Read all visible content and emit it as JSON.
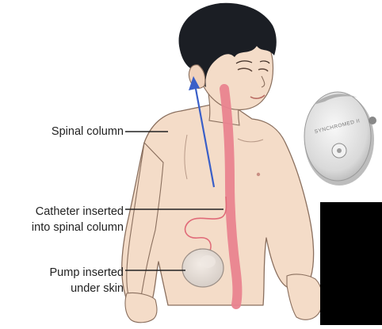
{
  "labels": {
    "spinal_column": "Spinal column",
    "catheter_line1": "Catheter inserted",
    "catheter_line2": "into spinal column",
    "pump_line1": "Pump inserted",
    "pump_line2": "under skin"
  },
  "device": {
    "engraving": "SYNCHROMED II"
  },
  "colors": {
    "skin": "#f4dcc8",
    "skin_outline": "#8a6f5e",
    "hair": "#1b1e24",
    "spine": "#e9838f",
    "catheter": "#e06a78",
    "arrow": "#3a5fc8",
    "pump": "#e2e2e2",
    "redaction": "#000000"
  }
}
